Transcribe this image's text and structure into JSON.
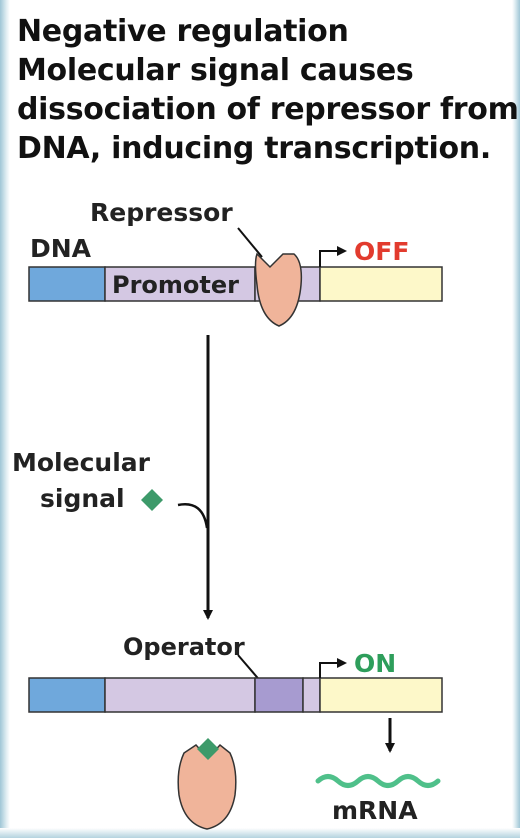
{
  "heading": {
    "line1": "Negative regulation",
    "line2": "Molecular signal causes",
    "line3": "dissociation of repressor from",
    "line4": "DNA, inducing transcription."
  },
  "labels": {
    "repressor": "Repressor",
    "dna": "DNA",
    "promoter": "Promoter",
    "off": "OFF",
    "molecular": "Molecular",
    "signal": "signal",
    "operator": "Operator",
    "on": "ON",
    "mrna": "mRNA"
  },
  "colors": {
    "dna_blue": "#6fa8dc",
    "promoter_lilac": "#d4c8e3",
    "operator_purple": "#a79bd0",
    "gene_yellow": "#fdf8c9",
    "repressor_salmon": "#f0b49a",
    "signal_green": "#3d9a6a",
    "mrna_green": "#4fc08a",
    "off_red": "#e23b2e",
    "on_green": "#2e9e5b"
  }
}
